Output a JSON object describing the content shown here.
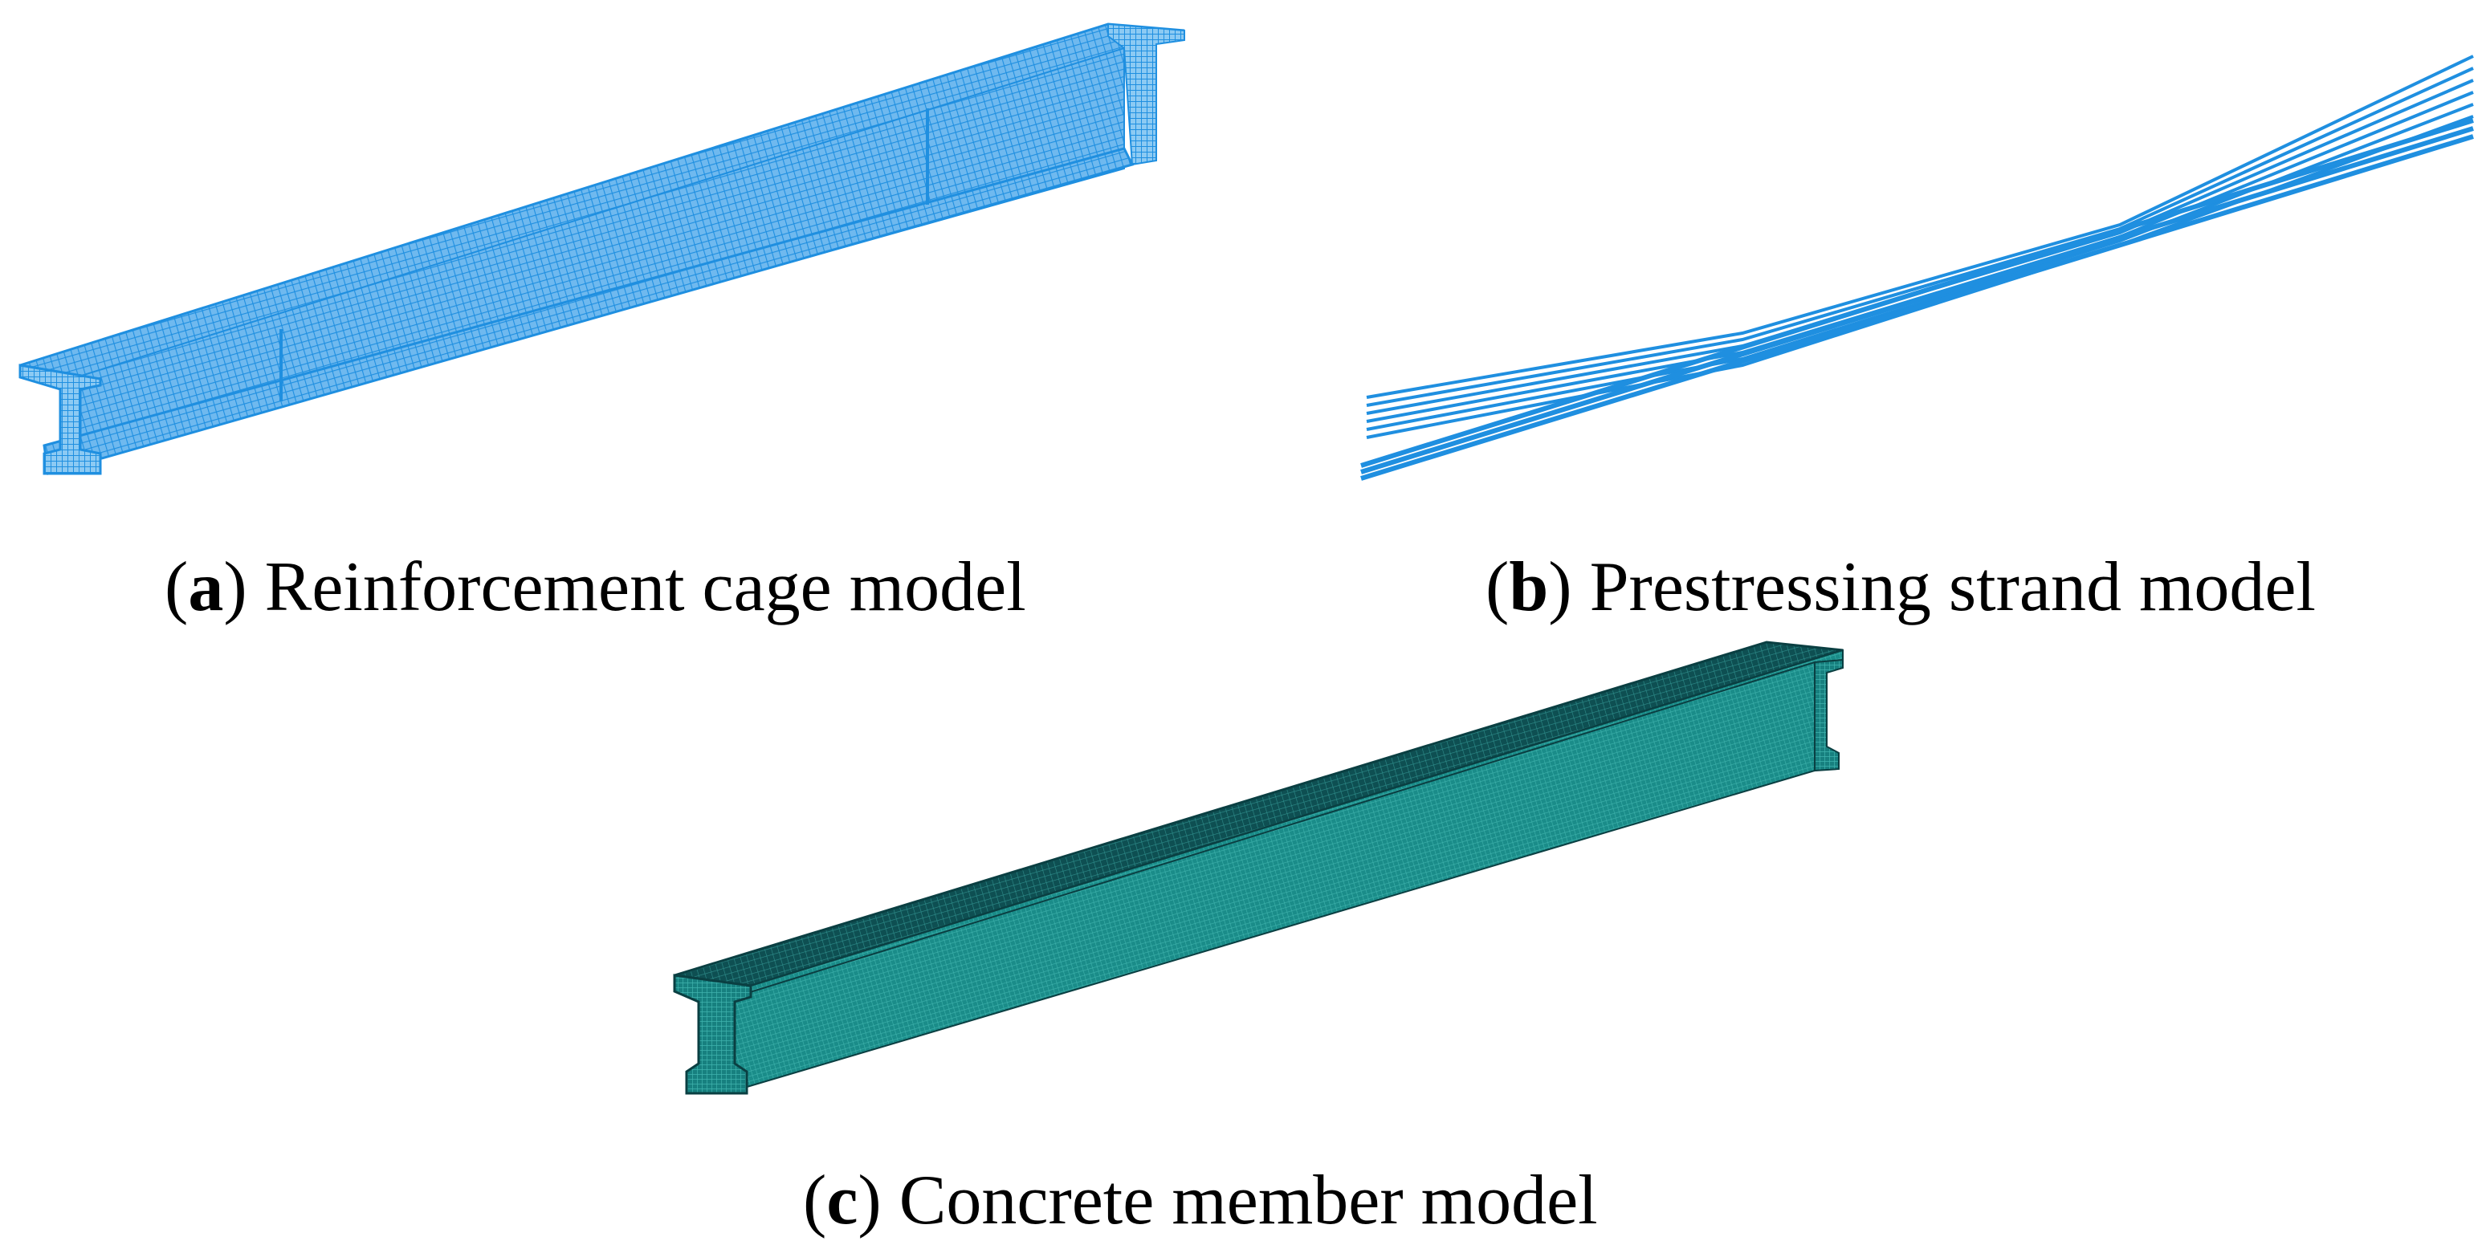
{
  "panels": [
    {
      "id": "a",
      "letter": "a",
      "caption": "Reinforcement cage model",
      "color": "#1f8fe0"
    },
    {
      "id": "b",
      "letter": "b",
      "caption": "Prestressing strand model",
      "color": "#1f8fe0"
    },
    {
      "id": "c",
      "letter": "c",
      "caption": "Concrete member model",
      "color": "#0f5f5f"
    }
  ],
  "colors": {
    "rebar_blue": "#1f8fe0",
    "concrete_dark": "#0e4f52",
    "concrete_face": "#17807f",
    "concrete_mesh": "#3fb3ad"
  }
}
